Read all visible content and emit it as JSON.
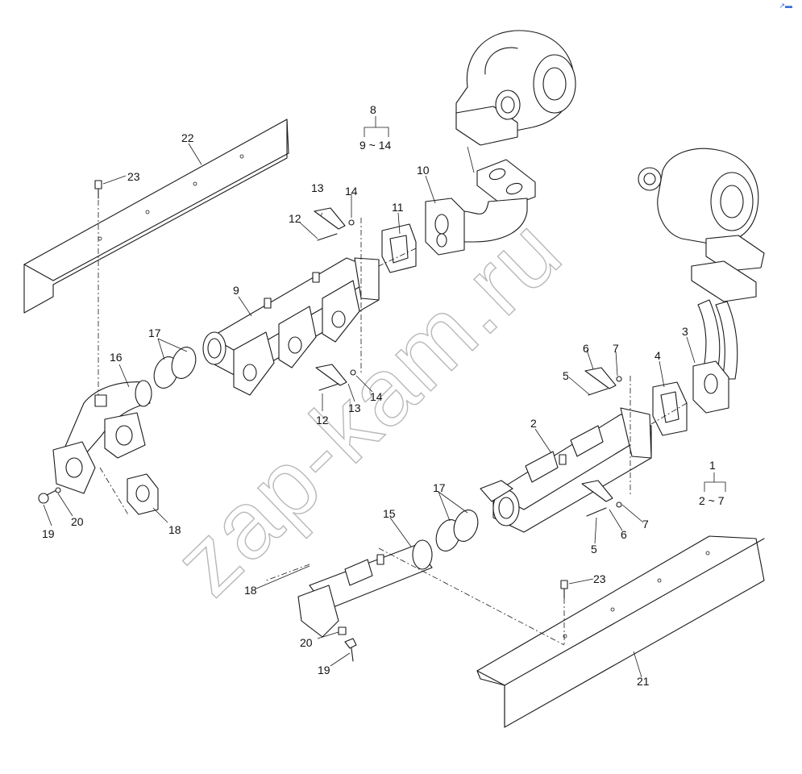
{
  "diagram": {
    "labels": {
      "p1": "1",
      "p1_range": "2 ~ 7",
      "p2": "2",
      "p3": "3",
      "p4": "4",
      "p5a": "5",
      "p5b": "5",
      "p6a": "6",
      "p6b": "6",
      "p7a": "7",
      "p7b": "7",
      "p8": "8",
      "p8_range": "9 ~ 14",
      "p9": "9",
      "p10": "10",
      "p11": "11",
      "p12a": "12",
      "p12b": "12",
      "p13a": "13",
      "p13b": "13",
      "p14a": "14",
      "p14b": "14",
      "p15": "15",
      "p16": "16",
      "p17a": "17",
      "p17b": "17",
      "p18a": "18",
      "p18b": "18",
      "p19a": "19",
      "p19b": "19",
      "p20a": "20",
      "p20b": "20",
      "p21": "21",
      "p22": "22",
      "p23a": "23",
      "p23b": "23"
    },
    "watermark": "zap-kam.ru",
    "corner_mark": "↗▬"
  }
}
